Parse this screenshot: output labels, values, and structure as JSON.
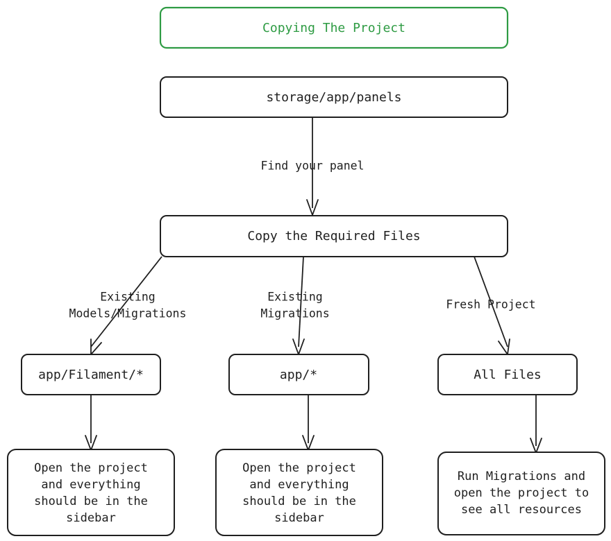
{
  "diagram": {
    "type": "flowchart",
    "direction": "top-down",
    "title_node": {
      "id": "title",
      "label": "Copying The Project",
      "accent_color": "#2e9b43",
      "shape": "rounded-rect"
    },
    "nodes": [
      {
        "id": "storage",
        "label": "storage/app/panels",
        "shape": "rounded-rect",
        "lines": [
          "storage/app/panels"
        ]
      },
      {
        "id": "copyfiles",
        "label": "Copy the Required Files",
        "shape": "rounded-rect",
        "lines": [
          "Copy the Required Files"
        ]
      },
      {
        "id": "filament",
        "label": "app/Filament/*",
        "shape": "rounded-rect",
        "lines": [
          "app/Filament/*"
        ]
      },
      {
        "id": "appstar",
        "label": "app/*",
        "shape": "rounded-rect",
        "lines": [
          "app/*"
        ]
      },
      {
        "id": "allfiles",
        "label": "All Files",
        "shape": "rounded-rect",
        "lines": [
          "All Files"
        ]
      },
      {
        "id": "result1",
        "label": "Open the project and everything should be in the sidebar",
        "shape": "rounded-rect",
        "lines": [
          "Open the project",
          "and everything",
          "should be in the",
          "sidebar"
        ]
      },
      {
        "id": "result2",
        "label": "Open the project and everything should be in the sidebar",
        "shape": "rounded-rect",
        "lines": [
          "Open the project",
          "and everything",
          "should be in the",
          "sidebar"
        ]
      },
      {
        "id": "result3",
        "label": "Run Migrations and open the project to see all resources",
        "shape": "rounded-rect",
        "lines": [
          "Run Migrations and",
          "open the project to",
          "see all resources"
        ]
      }
    ],
    "edges": [
      {
        "from": "storage",
        "to": "copyfiles",
        "label": "Find your panel",
        "label_lines": [
          "Find your panel"
        ]
      },
      {
        "from": "copyfiles",
        "to": "filament",
        "label": "Existing Models/Migrations",
        "label_lines": [
          "Existing",
          "Models/Migrations"
        ]
      },
      {
        "from": "copyfiles",
        "to": "appstar",
        "label": "Existing Migrations",
        "label_lines": [
          "Existing",
          "Migrations"
        ]
      },
      {
        "from": "copyfiles",
        "to": "allfiles",
        "label": "Fresh Project",
        "label_lines": [
          "Fresh Project"
        ]
      },
      {
        "from": "filament",
        "to": "result1",
        "label": "",
        "label_lines": []
      },
      {
        "from": "appstar",
        "to": "result2",
        "label": "",
        "label_lines": []
      },
      {
        "from": "allfiles",
        "to": "result3",
        "label": "",
        "label_lines": []
      }
    ],
    "colors": {
      "background": "#ffffff",
      "node_stroke": "#1f1f1f",
      "node_fill": "#ffffff",
      "text": "#1f1f1f",
      "accent": "#2e9b43"
    }
  }
}
